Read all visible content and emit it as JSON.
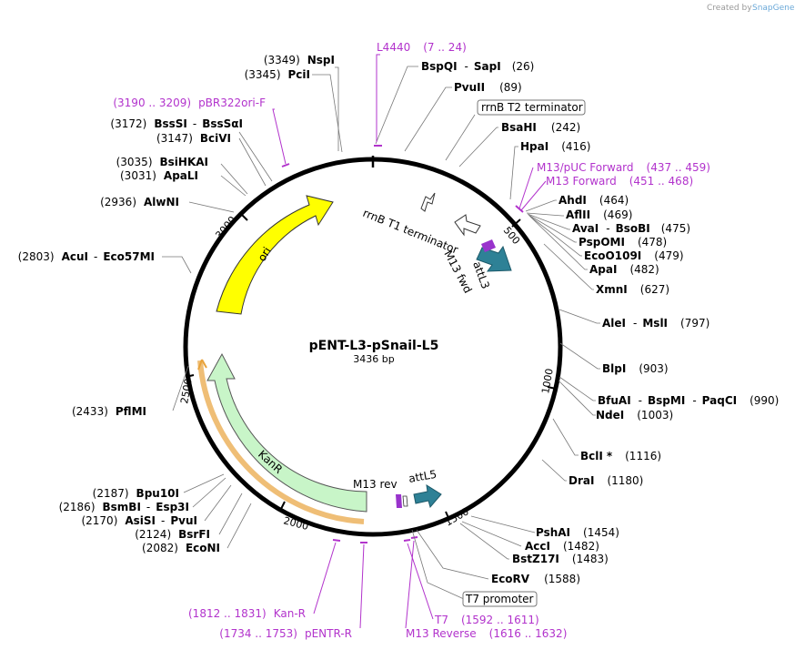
{
  "brand": {
    "created_by": "Created by",
    "name": "SnapGene"
  },
  "plasmid": {
    "name": "pENT-L3-pSnail-L5",
    "size": "3436 bp"
  },
  "ticks": {
    "t500": "500",
    "t1000": "1000",
    "t1500": "1500",
    "t2000": "2000",
    "t2500": "2500",
    "t3000": "3000"
  },
  "enzymes": {
    "nspI": {
      "name": "NspI",
      "pos": "(3349)"
    },
    "pciI": {
      "name": "PciI",
      "pos": "(3345)"
    },
    "bspQI": {
      "name": "BspQI",
      "sep": "-",
      "name2": "SapI",
      "pos": "(26)"
    },
    "pvuII": {
      "name": "PvuII",
      "pos": "(89)"
    },
    "bsaHI": {
      "name": "BsaHI",
      "pos": "(242)"
    },
    "hpaI": {
      "name": "HpaI",
      "pos": "(416)"
    },
    "ahdI": {
      "name": "AhdI",
      "pos": "(464)"
    },
    "aflII": {
      "name": "AflII",
      "pos": "(469)"
    },
    "avaI": {
      "name": "AvaI",
      "sep": "-",
      "name2": "BsoBI",
      "pos": "(475)"
    },
    "pspOMI": {
      "name": "PspOMI",
      "pos": "(478)"
    },
    "ecoO109I": {
      "name": "EcoO109I",
      "pos": "(479)"
    },
    "apaI": {
      "name": "ApaI",
      "pos": "(482)"
    },
    "xmnI": {
      "name": "XmnI",
      "pos": "(627)"
    },
    "aleI": {
      "name": "AleI",
      "sep": "-",
      "name2": "MslI",
      "pos": "(797)"
    },
    "blpI": {
      "name": "BlpI",
      "pos": "(903)"
    },
    "bfuAI": {
      "name": "BfuAI",
      "sep": "-",
      "name2": "BspMI",
      "sep2": "-",
      "name3": "PaqCI",
      "pos": "(990)"
    },
    "ndeI": {
      "name": "NdeI",
      "pos": "(1003)"
    },
    "bclI": {
      "name": "BclI",
      "star": "*",
      "pos": "(1116)"
    },
    "draI": {
      "name": "DraI",
      "pos": "(1180)"
    },
    "pshAI": {
      "name": "PshAI",
      "pos": "(1454)"
    },
    "accI": {
      "name": "AccI",
      "pos": "(1482)"
    },
    "bstZ17I": {
      "name": "BstZ17I",
      "pos": "(1483)"
    },
    "ecoRV": {
      "name": "EcoRV",
      "pos": "(1588)"
    },
    "bssSI": {
      "name": "BssSI",
      "sep": "-",
      "name2": "BssSαI",
      "pos": "(3172)"
    },
    "bciVI": {
      "name": "BciVI",
      "pos": "(3147)"
    },
    "bsiHKAI": {
      "name": "BsiHKAI",
      "pos": "(3035)"
    },
    "apaLI": {
      "name": "ApaLI",
      "pos": "(3031)"
    },
    "alwNI": {
      "name": "AlwNI",
      "pos": "(2936)"
    },
    "acuI": {
      "name": "AcuI",
      "sep": "-",
      "name2": "Eco57MI",
      "pos": "(2803)"
    },
    "pflMI": {
      "name": "PflMI",
      "pos": "(2433)"
    },
    "bpu10I": {
      "name": "Bpu10I",
      "pos": "(2187)"
    },
    "bsmBI": {
      "name": "BsmBI",
      "sep": "-",
      "name2": "Esp3I",
      "pos": "(2186)"
    },
    "asiSI": {
      "name": "AsiSI",
      "sep": "-",
      "name2": "PvuI",
      "pos": "(2170)"
    },
    "bsrFI": {
      "name": "BsrFI",
      "pos": "(2124)"
    },
    "ecoNI": {
      "name": "EcoNI",
      "pos": "(2082)"
    }
  },
  "primers": {
    "l4440": {
      "name": "L4440",
      "range": "(7 .. 24)"
    },
    "pbr322ori": {
      "name": "pBR322ori-F",
      "range": "(3190 .. 3209)"
    },
    "m13puc": {
      "name": "M13/pUC Forward",
      "range": "(437 .. 459)"
    },
    "m13fwd": {
      "name": "M13 Forward",
      "range": "(451 .. 468)"
    },
    "kanR": {
      "name": "Kan-R",
      "range": "(1812 .. 1831)"
    },
    "pentrR": {
      "name": "pENTR-R",
      "range": "(1734 .. 1753)"
    },
    "t7": {
      "name": "T7",
      "range": "(1592 .. 1611)"
    },
    "m13rev": {
      "name": "M13 Reverse",
      "range": "(1616 .. 1632)"
    }
  },
  "features": {
    "rrnbT2": "rrnB T2 terminator",
    "rrnbT1": "rrnB T1 terminator",
    "m13fwd": "M13 fwd",
    "attL3": "attL3",
    "m13rev": "M13 rev",
    "attL5": "attL5",
    "ori": "ori",
    "kanR": "KanR",
    "t7promoter": "T7 promoter"
  },
  "colors": {
    "ori": "#ffff00",
    "kanR": "#c8f5c8",
    "attL": "#2e8196",
    "primer": "#b233cc",
    "kanOutline": "#e8a33c"
  }
}
